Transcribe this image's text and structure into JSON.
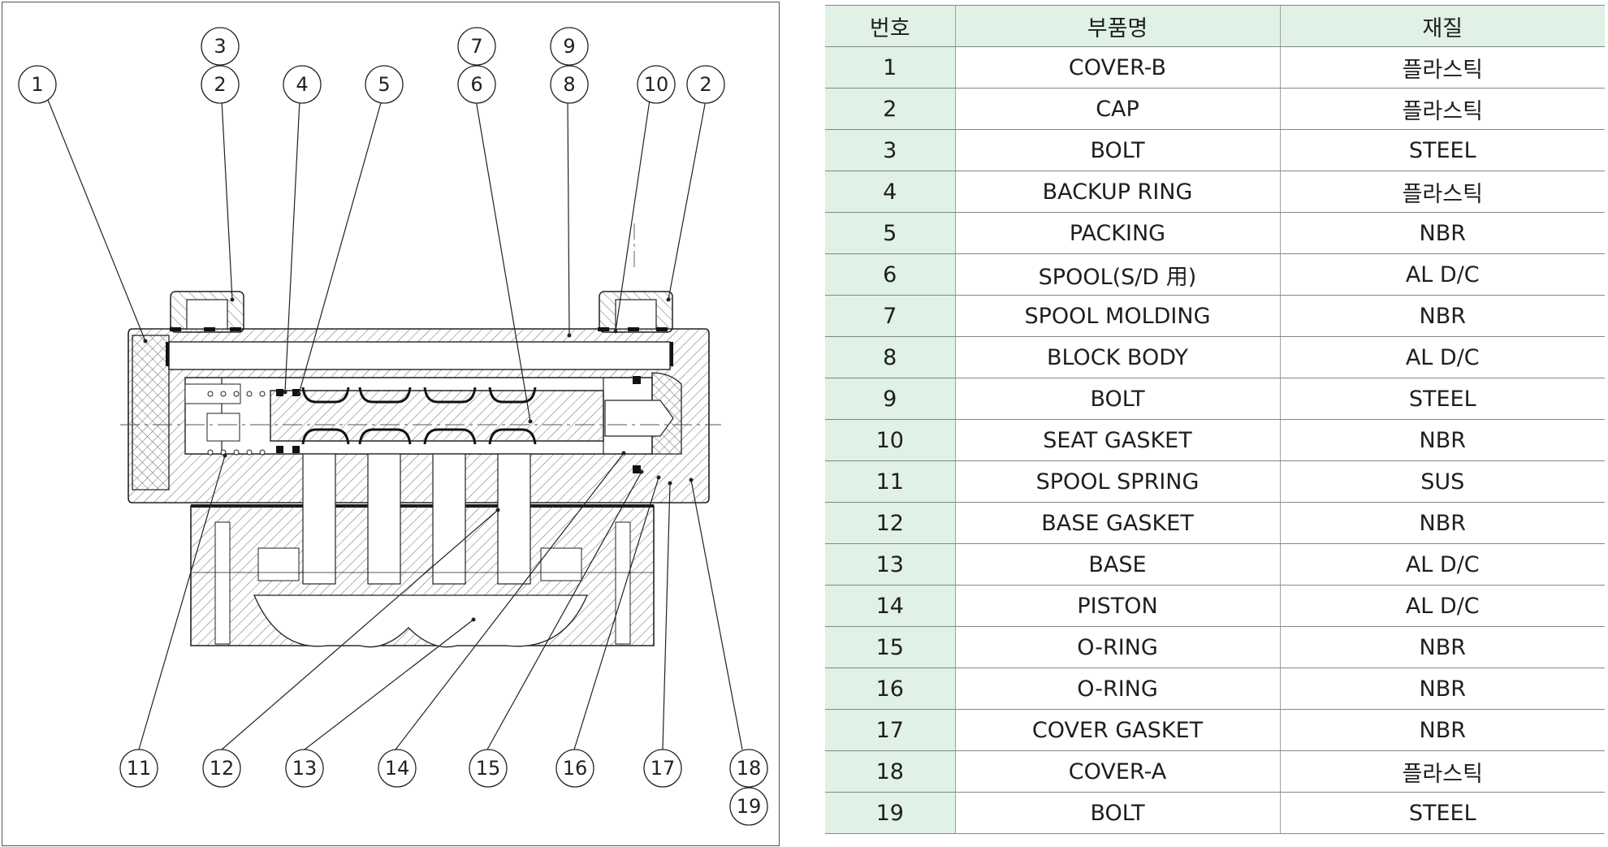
{
  "diagram": {
    "callouts": [
      "1",
      "2",
      "3",
      "4",
      "5",
      "6",
      "7",
      "8",
      "9",
      "10",
      "2",
      "11",
      "12",
      "13",
      "14",
      "15",
      "16",
      "17",
      "18",
      "19"
    ]
  },
  "table": {
    "headers": {
      "number": "번호",
      "part_name": "부품명",
      "material": "재질"
    },
    "rows": [
      {
        "number": "1",
        "part_name": "COVER-B",
        "material": "플라스틱"
      },
      {
        "number": "2",
        "part_name": "CAP",
        "material": "플라스틱"
      },
      {
        "number": "3",
        "part_name": "BOLT",
        "material": "STEEL"
      },
      {
        "number": "4",
        "part_name": "BACKUP RING",
        "material": "플라스틱"
      },
      {
        "number": "5",
        "part_name": "PACKING",
        "material": "NBR"
      },
      {
        "number": "6",
        "part_name": "SPOOL(S/D 用)",
        "material": "AL D/C"
      },
      {
        "number": "7",
        "part_name": "SPOOL MOLDING",
        "material": "NBR"
      },
      {
        "number": "8",
        "part_name": "BLOCK BODY",
        "material": "AL D/C"
      },
      {
        "number": "9",
        "part_name": "BOLT",
        "material": "STEEL"
      },
      {
        "number": "10",
        "part_name": "SEAT GASKET",
        "material": "NBR"
      },
      {
        "number": "11",
        "part_name": "SPOOL SPRING",
        "material": "SUS"
      },
      {
        "number": "12",
        "part_name": "BASE GASKET",
        "material": "NBR"
      },
      {
        "number": "13",
        "part_name": "BASE",
        "material": "AL D/C"
      },
      {
        "number": "14",
        "part_name": "PISTON",
        "material": "AL D/C"
      },
      {
        "number": "15",
        "part_name": "O-RING",
        "material": "NBR"
      },
      {
        "number": "16",
        "part_name": "O-RING",
        "material": "NBR"
      },
      {
        "number": "17",
        "part_name": "COVER GASKET",
        "material": "NBR"
      },
      {
        "number": "18",
        "part_name": "COVER-A",
        "material": "플라스틱"
      },
      {
        "number": "19",
        "part_name": "BOLT",
        "material": "STEEL"
      }
    ]
  },
  "colors": {
    "header_bg": "#e0f1e6",
    "number_col_bg": "#e0f1e6",
    "line": "#222222",
    "hatch": "#6a6a6a"
  }
}
